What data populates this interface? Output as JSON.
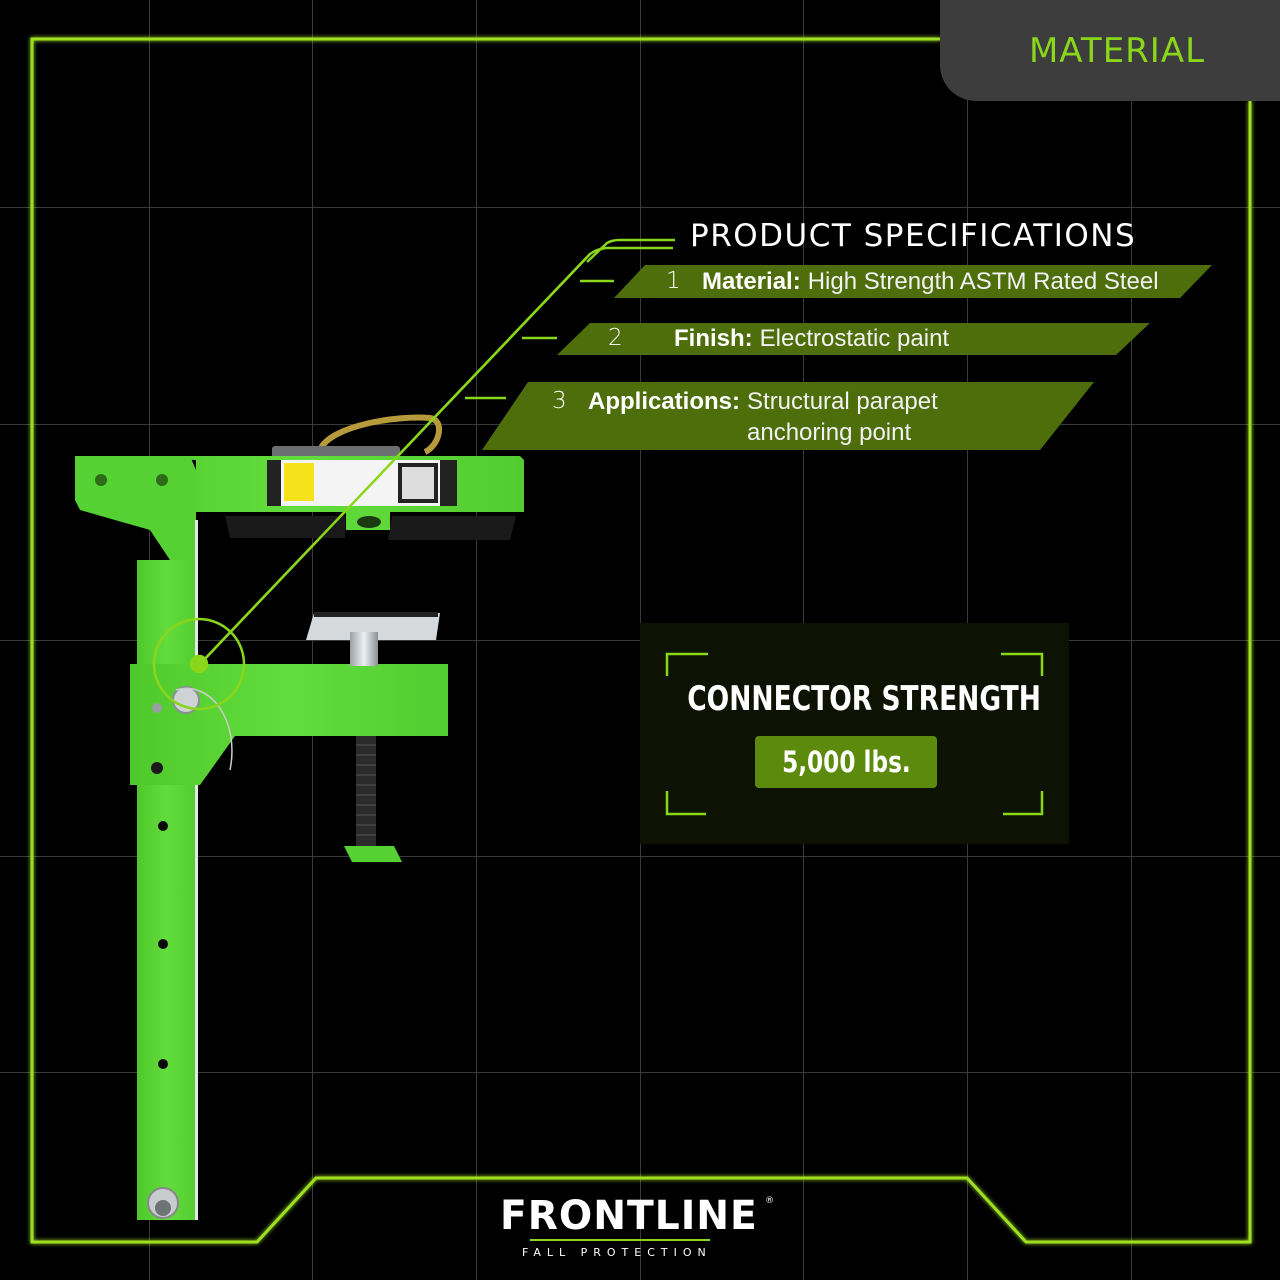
{
  "badge": {
    "label": "MATERIAL"
  },
  "specs": {
    "title": "PRODUCT SPECIFICATIONS",
    "items": [
      {
        "number": "1",
        "key": "Material:",
        "value": "High Strength ASTM Rated Steel"
      },
      {
        "number": "2",
        "key": "Finish:",
        "value": "Electrostatic paint"
      },
      {
        "number": "3",
        "key": "Applications:",
        "value_line1": "Structural parapet",
        "value_line2": "anchoring point"
      }
    ]
  },
  "strength": {
    "title": "CONNECTOR STRENGTH",
    "value": "5,000 lbs."
  },
  "logo": {
    "brand": "FRONTLINE",
    "registered": "®",
    "tagline": "FALL PROTECTION"
  },
  "colors": {
    "accent": "#8ad61a",
    "bar_green": "#4d6e0b",
    "product_green": "#5fd83a",
    "badge_bg": "#3d3d3d",
    "background": "#000000"
  },
  "product": {
    "name": "parapet clamp anchor bracket",
    "image": "green steel parapet clamp with D-ring, label and screw clamp"
  }
}
